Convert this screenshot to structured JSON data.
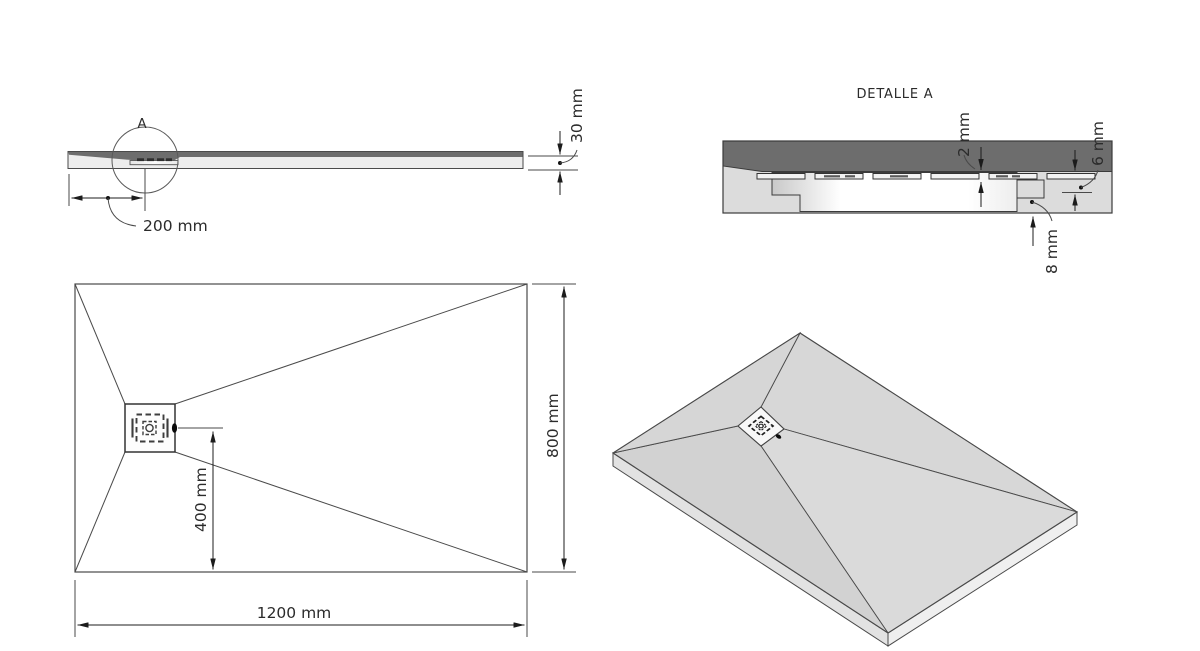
{
  "page": {
    "background": "#ffffff"
  },
  "colors": {
    "line": "#3f3f3f",
    "dark_material": "#6d6d6d",
    "light_material": "#dcdcdc",
    "iso_surface": "#d5d5d5",
    "text": "#2b2b2b"
  },
  "side_view": {
    "detail_circle_label": "A",
    "drain_offset_dim": "200 mm",
    "thickness_dim": "30 mm"
  },
  "detail_view": {
    "title": "DETALLE A",
    "grate_clearance_dim": "2 mm",
    "edge_step_dim": "6 mm",
    "base_thickness_dim": "8 mm"
  },
  "plan_view": {
    "drain_center_dim": "400 mm",
    "width_dim": "800 mm",
    "length_dim": "1200 mm"
  }
}
